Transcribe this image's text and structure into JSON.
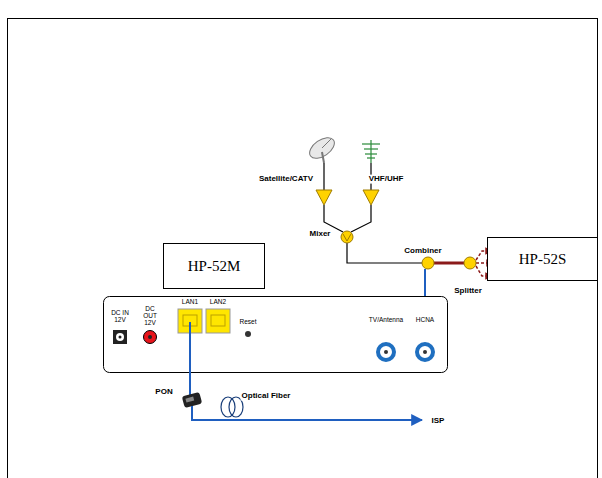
{
  "diagram": {
    "nodes": [
      {
        "text": [
          "HP-52M"
        ]
      },
      {
        "text": [
          "HP-52S"
        ]
      }
    ],
    "labels": [
      "Satellite/CATV",
      "VHF/UHF",
      "Mixer",
      "Combiner",
      "Splitter",
      "DC IN 12V",
      "DC OUT 12V",
      "LAN1",
      "LAN2",
      "Reset",
      "TV/Antenna",
      "HCNA",
      "PON",
      "Optical Fiber",
      "ISP"
    ]
  }
}
